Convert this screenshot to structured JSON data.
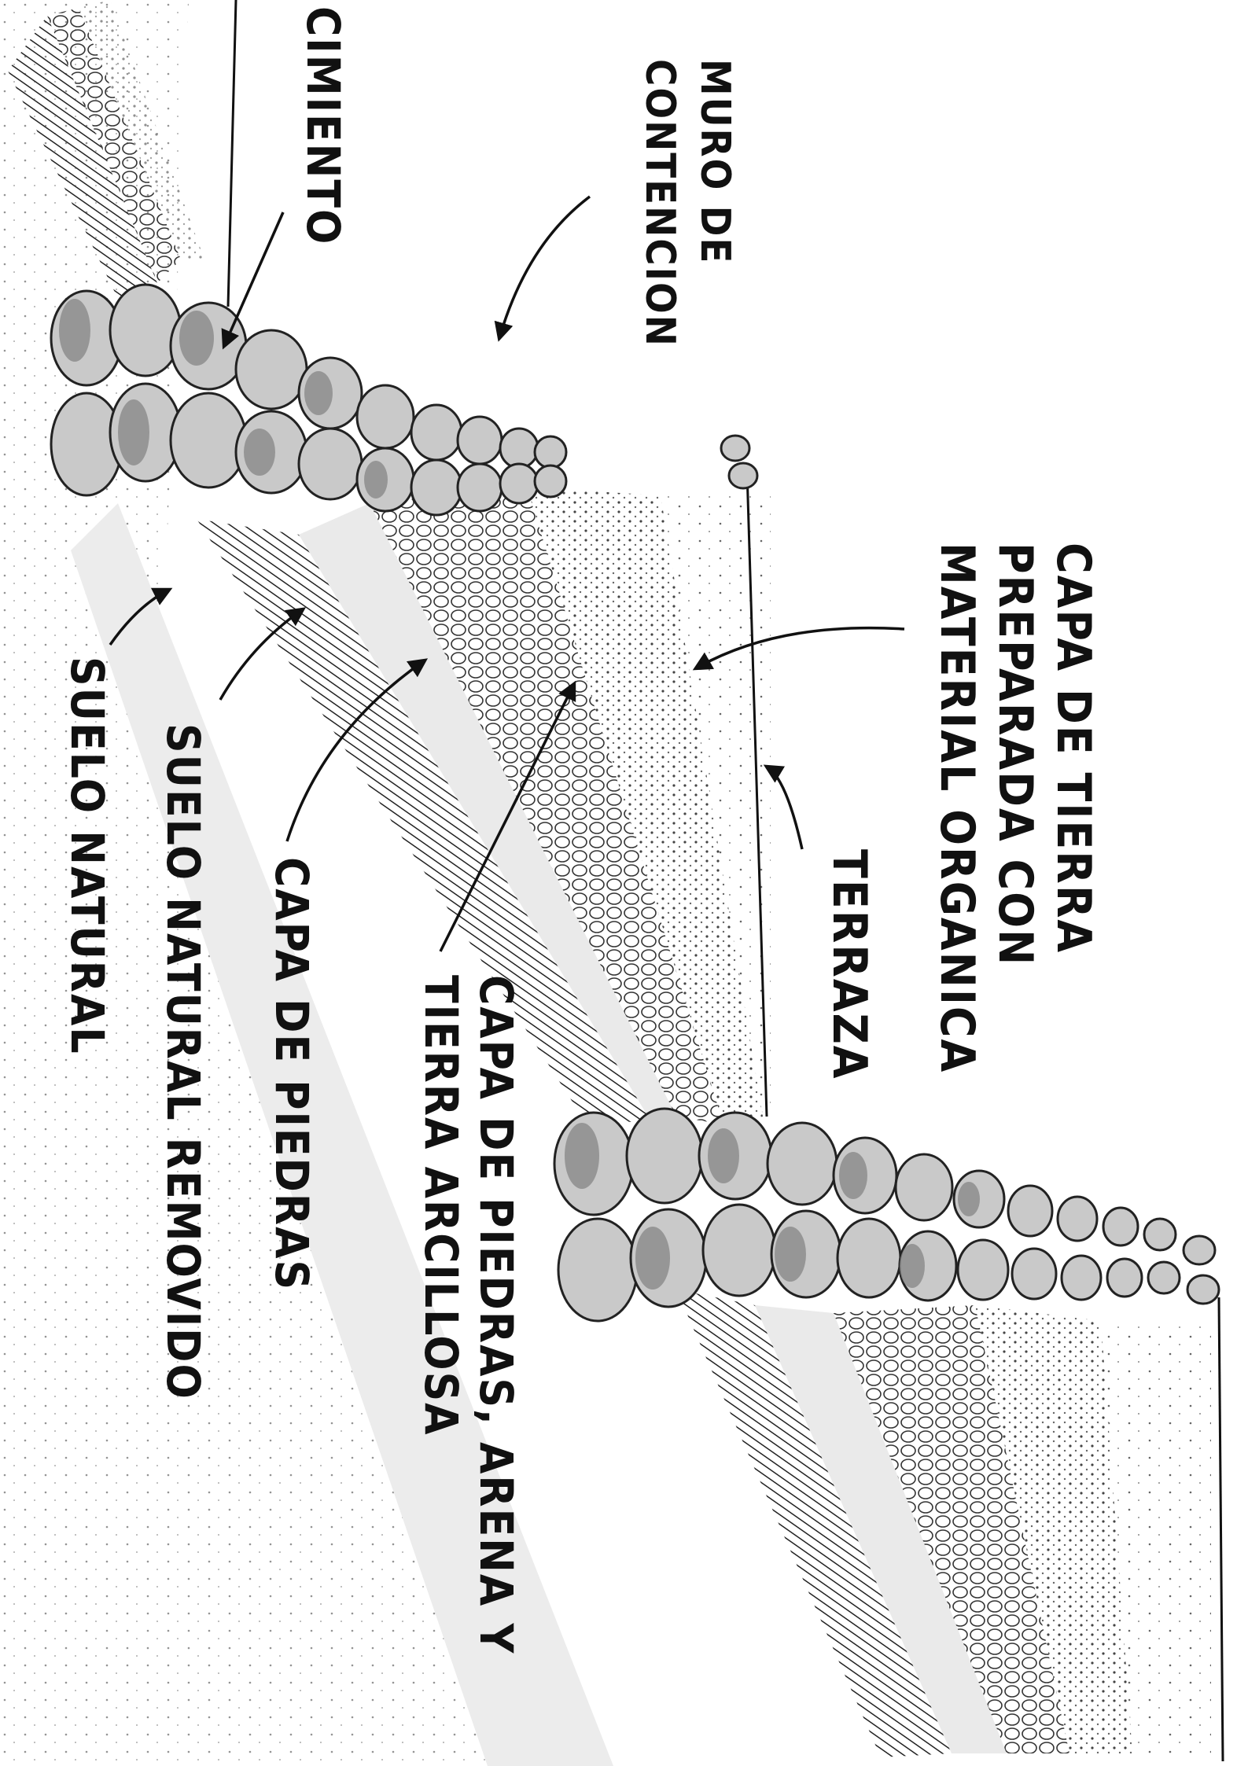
{
  "labels": {
    "cimiento": "CIMIENTO",
    "muro_contencion": [
      "MURO DE",
      "CONTENCION"
    ],
    "capa_tierra": [
      "CAPA DE TIERRA",
      "PREPARADA CON",
      "MATERIAL ORGANICA"
    ],
    "terraza": "TERRAZA",
    "capa_piedras_arena": [
      "CAPA DE PIEDRAS, ARENA Y",
      "TIERRA ARCILLOSA"
    ],
    "capa_piedras": "CAPA DE PIEDRAS",
    "suelo_removido": "SUELO NATURAL REMOVIDO",
    "suelo_natural": "SUELO NATURAL"
  },
  "colors": {
    "ink": "#111111",
    "stone_fill": "#c9c9c9",
    "stone_shade": "#8a8a8a"
  },
  "icons": [
    "arrow-icon"
  ]
}
